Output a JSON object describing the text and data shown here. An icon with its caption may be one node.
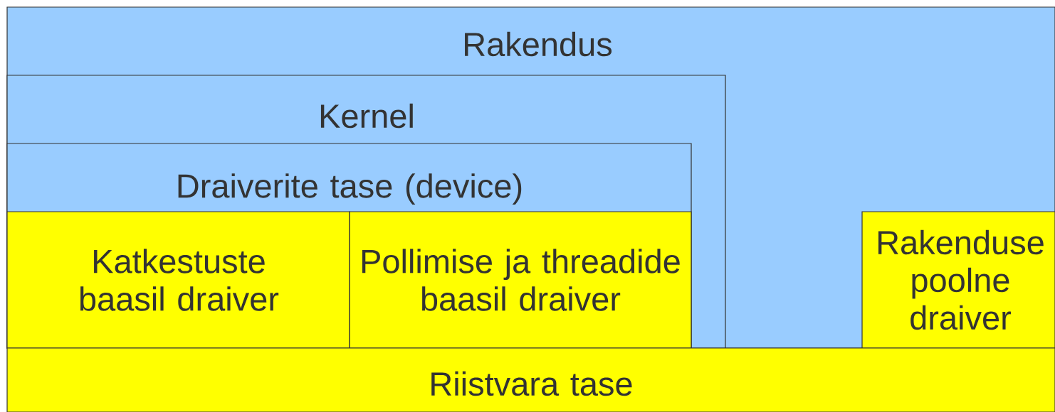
{
  "diagram": {
    "nodes": [
      {
        "text": [
          "Rakendus"
        ]
      },
      {
        "text": [
          "Kernel"
        ],
        "in": 0
      },
      {
        "text": [
          "Draiverite tase (device)"
        ],
        "in": 1
      },
      {
        "text": [
          "Katkestuste baasil draiver"
        ],
        "in": 2
      },
      {
        "text": [
          "Pollimise ja threadide baasil draiver"
        ],
        "in": 2
      },
      {
        "text": [
          "Rakenduse poolne draiver"
        ],
        "in": 0
      },
      {
        "text": [
          "Riistvara tase"
        ]
      }
    ]
  }
}
